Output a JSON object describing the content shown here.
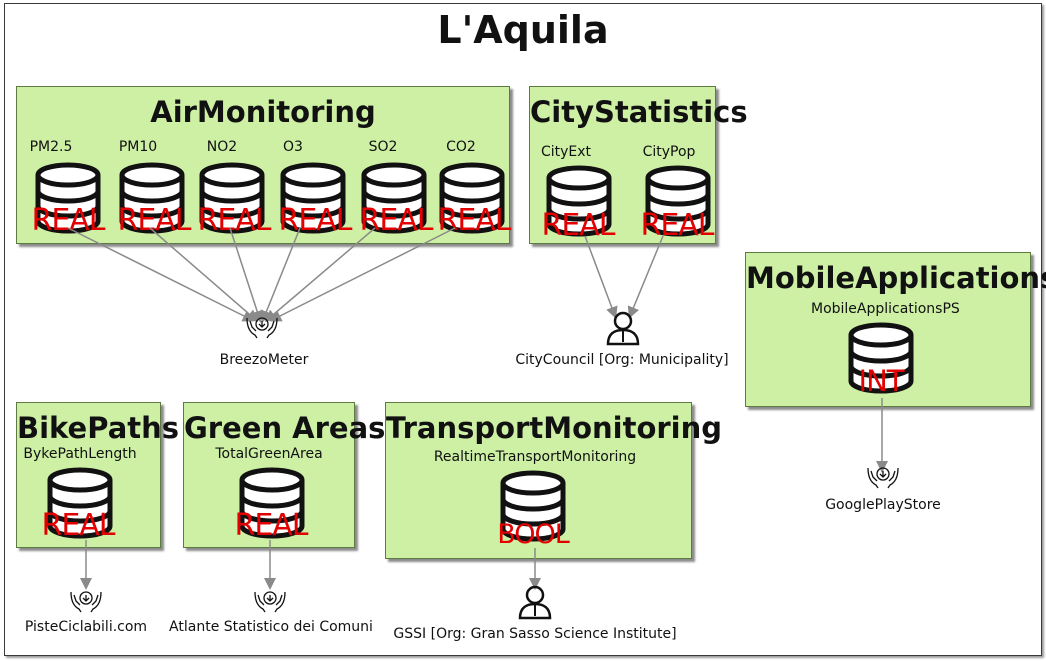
{
  "title": "L'Aquila",
  "groups": {
    "air": {
      "title": "AirMonitoring",
      "datasets": [
        {
          "label": "PM2.5",
          "type": "REAL"
        },
        {
          "label": "PM10",
          "type": "REAL"
        },
        {
          "label": "NO2",
          "type": "REAL"
        },
        {
          "label": "O3",
          "type": "REAL"
        },
        {
          "label": "SO2",
          "type": "REAL"
        },
        {
          "label": "CO2",
          "type": "REAL"
        }
      ]
    },
    "city": {
      "title": "CityStatistics",
      "datasets": [
        {
          "label": "CityExt",
          "type": "REAL"
        },
        {
          "label": "CityPop",
          "type": "REAL"
        }
      ]
    },
    "mobile": {
      "title": "MobileApplications",
      "datasets": [
        {
          "label": "MobileApplicationsPS",
          "type": "INT"
        }
      ]
    },
    "bike": {
      "title": "BikePaths",
      "datasets": [
        {
          "label": "BykePathLength",
          "type": "REAL"
        }
      ]
    },
    "green": {
      "title": "Green Areas",
      "datasets": [
        {
          "label": "TotalGreenArea",
          "type": "REAL"
        }
      ]
    },
    "transport": {
      "title": "TransportMonitoring",
      "datasets": [
        {
          "label": "RealtimeTransportMonitoring",
          "type": "BOOL"
        }
      ]
    }
  },
  "actors": {
    "breezometer": "BreezoMeter",
    "citycouncil": "CityCouncil [Org: Municipality]",
    "googleplay": "GooglePlayStore",
    "piste": "PisteCiclabili.com",
    "atlante": "Atlante Statistico dei Comuni",
    "gssi": "GSSI [Org: Gran Sasso Science Institute]"
  },
  "colors": {
    "group_fill": "#cdf0a4",
    "type_text": "#e30000",
    "connector": "#8a8a8a"
  }
}
